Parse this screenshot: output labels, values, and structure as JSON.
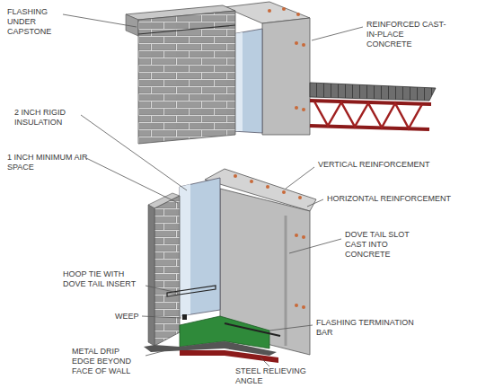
{
  "diagram": {
    "labels": [
      "FLASHING UNDER CAPSTONE",
      "REINFORCED CAST-IN-PLACE CONCRETE",
      "2 INCH RIGID INSULATION",
      "1 INCH MINIMUM AIR SPACE",
      "VERTICAL REINFORCEMENT",
      "HORIZONTAL REINFORCEMENT",
      "DOVE TAIL SLOT CAST INTO CONCRETE",
      "HOOP TIE WITH DOVE TAIL INSERT",
      "WEEP",
      "FLASHING TERMINATION BAR",
      "METAL DRIP EDGE BEYOND FACE OF WALL",
      "STEEL RELIEVING ANGLE"
    ]
  }
}
